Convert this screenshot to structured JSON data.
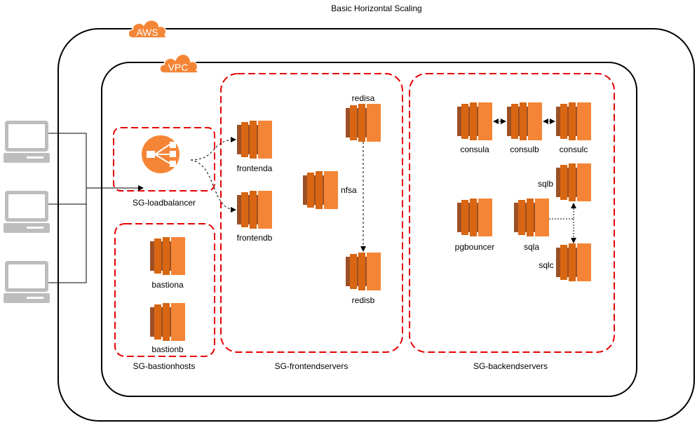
{
  "title": "Basic Horizontal Scaling",
  "clouds": {
    "aws": "AWS",
    "vpc": "VPC"
  },
  "groups": {
    "loadbalancer": "SG-loadbalancer",
    "bastionhosts": "SG-bastionhosts",
    "frontendservers": "SG-frontendservers",
    "backendservers": "SG-backendservers"
  },
  "nodes": {
    "frontenda": "frontenda",
    "frontendb": "frontendb",
    "nfsa": "nfsa",
    "redisa": "redisa",
    "redisb": "redisb",
    "bastiona": "bastiona",
    "bastionb": "bastionb",
    "consula": "consula",
    "consulb": "consulb",
    "consulc": "consulc",
    "sqlb": "sqlb",
    "sqla": "sqla",
    "sqlc": "sqlc",
    "pgbouncer": "pgbouncer"
  },
  "colors": {
    "ec2_dark": "#9D5025",
    "ec2_mid": "#D86613",
    "ec2_light": "#F58536",
    "group_border": "#E50000",
    "cloud_fill": "#F58536",
    "lb_fill": "#F58536",
    "client_fill": "#C7C7C7"
  },
  "icons": {
    "clients": "desktop-computer-icon",
    "loadbalancer": "elastic-load-balancer-icon",
    "instances": "ec2-instance-icon",
    "clouds": "cloud-icon"
  }
}
